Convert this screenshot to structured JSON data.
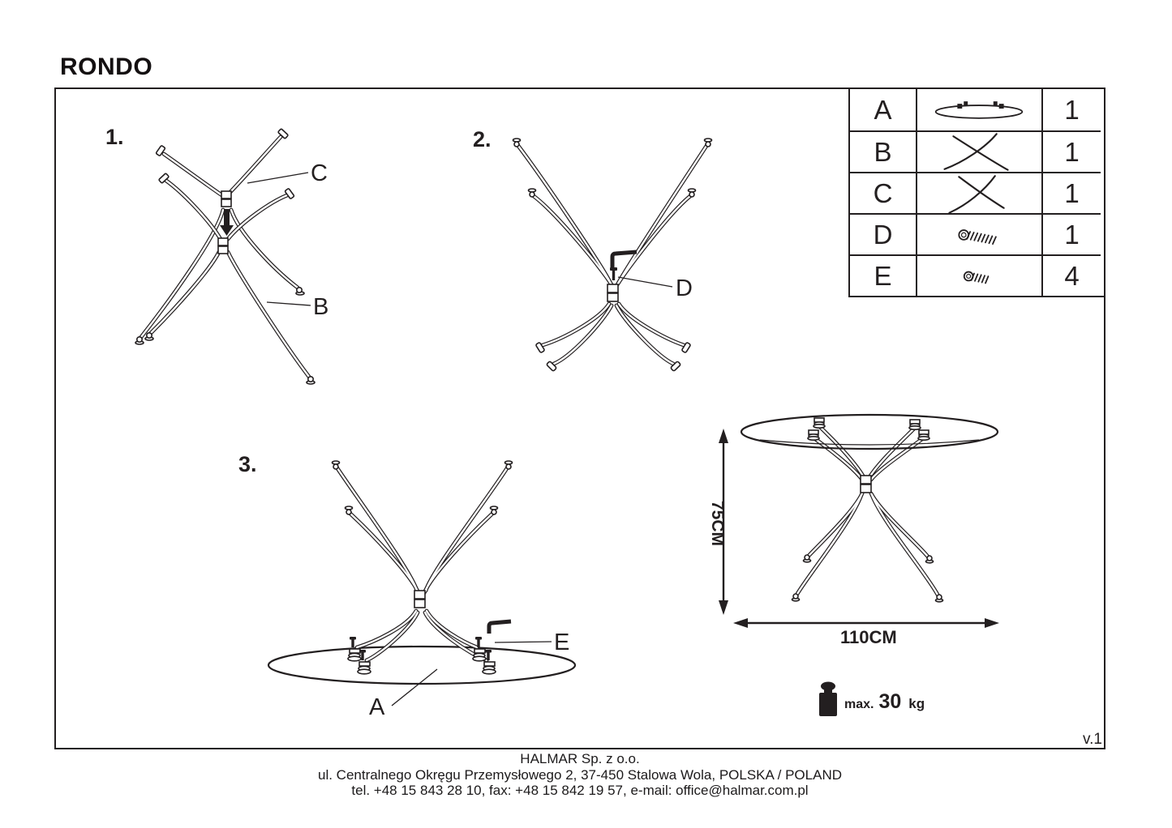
{
  "page": {
    "title": "RONDO",
    "version": "v.1"
  },
  "steps": {
    "step1": {
      "label": "1."
    },
    "step2": {
      "label": "2."
    },
    "step3": {
      "label": "3."
    }
  },
  "callouts": {
    "a": "A",
    "b": "B",
    "c": "C",
    "d": "D",
    "e": "E"
  },
  "parts_table": {
    "rows": [
      {
        "letter": "A",
        "icon": "table-top-icon",
        "qty": "1"
      },
      {
        "letter": "B",
        "icon": "leg-frame-icon",
        "qty": "1"
      },
      {
        "letter": "C",
        "icon": "leg-frame-icon",
        "qty": "1"
      },
      {
        "letter": "D",
        "icon": "long-screw-icon",
        "qty": "1"
      },
      {
        "letter": "E",
        "icon": "short-screw-icon",
        "qty": "4"
      }
    ]
  },
  "dimensions": {
    "height": "75CM",
    "width": "110CM"
  },
  "weight_limit": {
    "prefix": "max.",
    "value": "30",
    "unit": "kg"
  },
  "footer": {
    "line1": "HALMAR Sp. z o.o.",
    "line2": "ul. Centralnego Okręgu Przemysłowego 2, 37-450 Stalowa Wola, POLSKA / POLAND",
    "line3": "tel. +48 15 843 28 10, fax: +48 15 842 19 57, e-mail: office@halmar.com.pl"
  },
  "colors": {
    "ink": "#231f20",
    "background": "#ffffff"
  }
}
